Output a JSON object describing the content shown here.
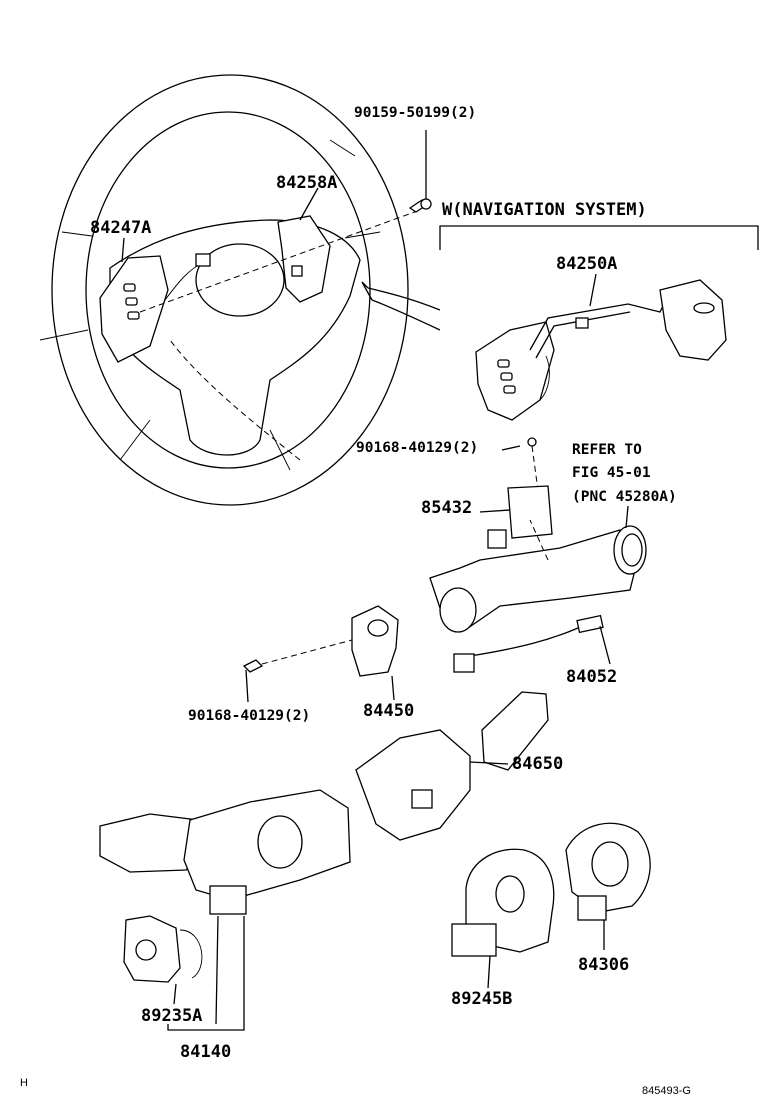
{
  "labels": {
    "p90159": "90159-50199(2)",
    "p84258a": "84258A",
    "p84247a": "84247A",
    "wnav": "W(NAVIGATION SYSTEM)",
    "p84250a": "84250A",
    "p90168a": "90168-40129(2)",
    "refer1": "REFER TO",
    "refer2": "FIG 45-01",
    "refer3": "(PNC 45280A)",
    "p85432": "85432",
    "p84052": "84052",
    "p90168b": "90168-40129(2)",
    "p84450": "84450",
    "p84650": "84650",
    "p89235a": "89235A",
    "p84140": "84140",
    "p89245b": "89245B",
    "p84306": "84306"
  },
  "corner_mark": "H",
  "figure_code": "845493-G"
}
